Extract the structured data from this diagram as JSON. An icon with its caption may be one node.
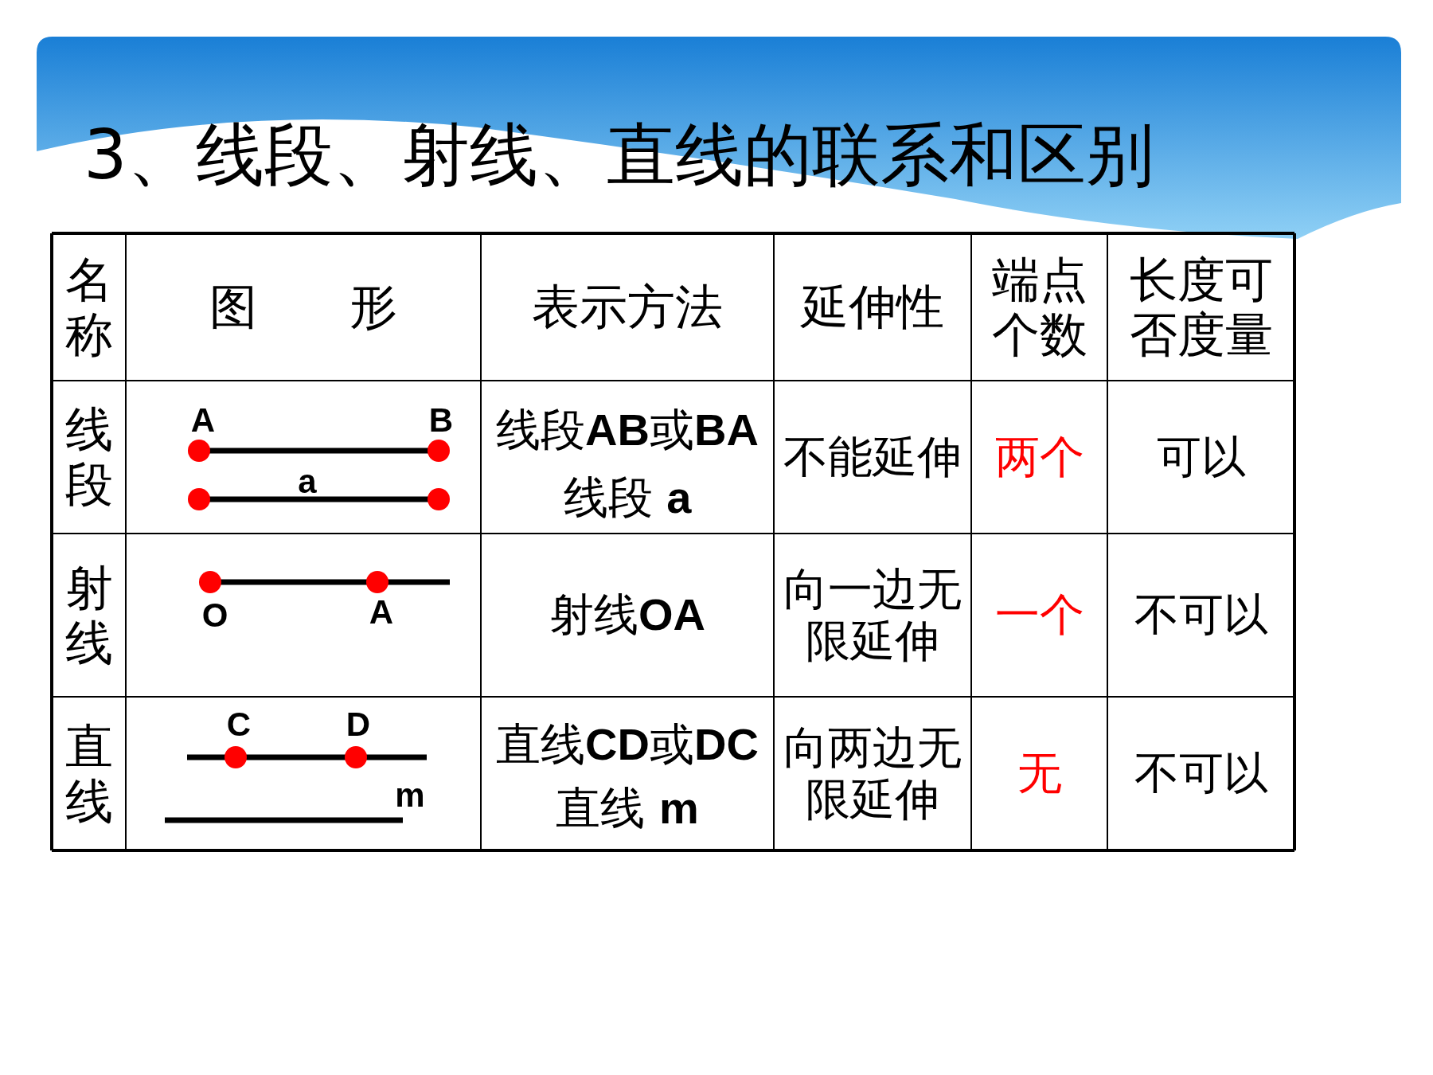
{
  "diagram": {
    "title": "3、线段、射线、直线的联系和区别",
    "labels": [
      "名称",
      "图 形",
      "表示方法",
      "延伸性",
      "端点个数",
      "长度可否度量",
      "线段",
      "A",
      "B",
      "a",
      "线段**AB**或**BA**",
      "线段 **a**",
      "不能延伸",
      "两个",
      "可以",
      "射线",
      "O",
      "A",
      "射线**OA**",
      "向一边无限延伸",
      "一个",
      "不可以",
      "直线",
      "C",
      "D",
      "m",
      "直线**CD**或**DC**",
      "直线 **m**",
      "向两边无限延伸",
      "无",
      "不可以"
    ]
  }
}
